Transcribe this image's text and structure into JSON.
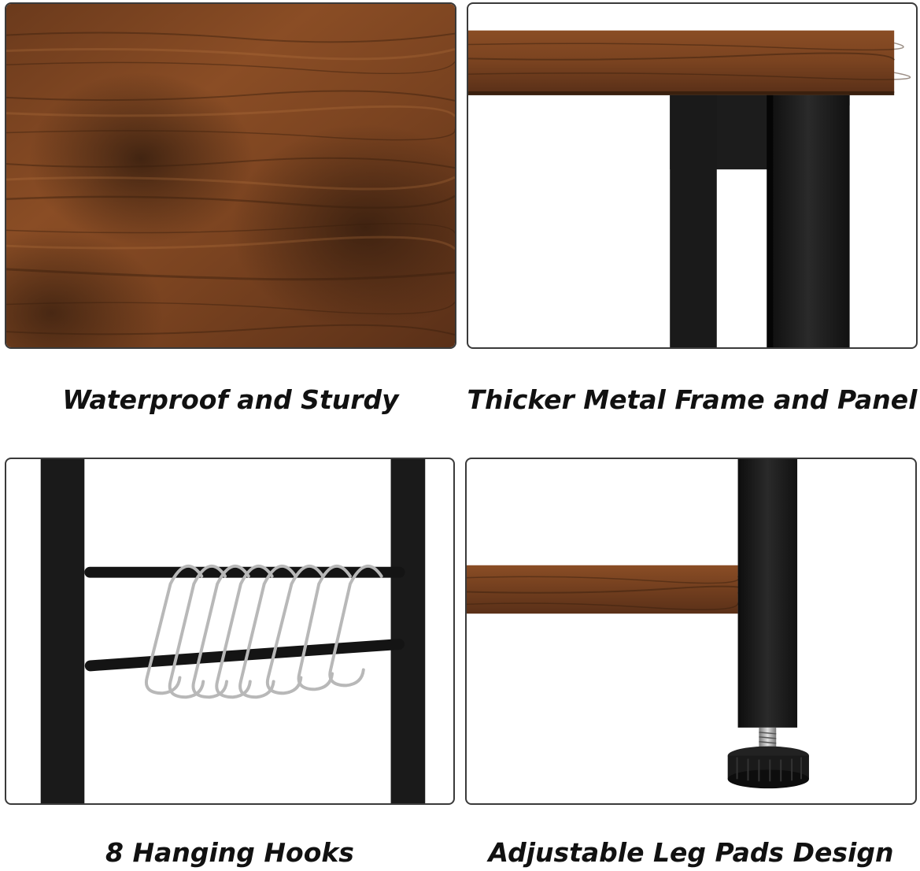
{
  "features": [
    {
      "caption": "Waterproof and Sturdy"
    },
    {
      "caption": "Thicker Metal Frame and Panel"
    },
    {
      "caption": "8 Hanging Hooks"
    },
    {
      "caption": "Adjustable Leg Pads Design"
    }
  ],
  "colors": {
    "wood_dark": "#4a2a14",
    "wood_mid": "#7a4522",
    "wood_light": "#9a5a2e",
    "metal_black": "#1a1a1a",
    "steel": "#b8b8b8"
  }
}
